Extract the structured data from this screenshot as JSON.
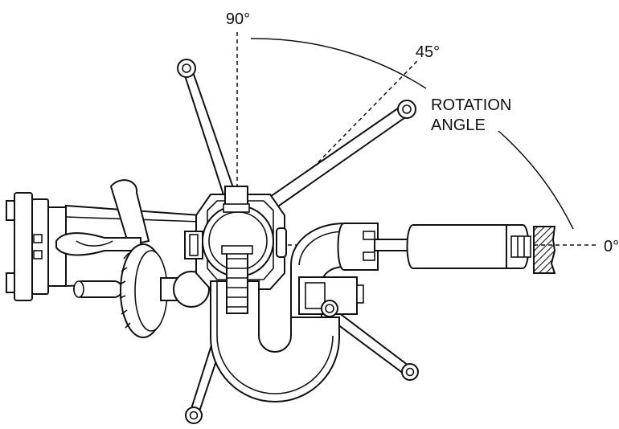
{
  "labels": {
    "deg_90": "90°",
    "deg_45": "45°",
    "deg_0": "0°",
    "rotation_line1": "ROTATION",
    "rotation_line2": "ANGLE"
  }
}
